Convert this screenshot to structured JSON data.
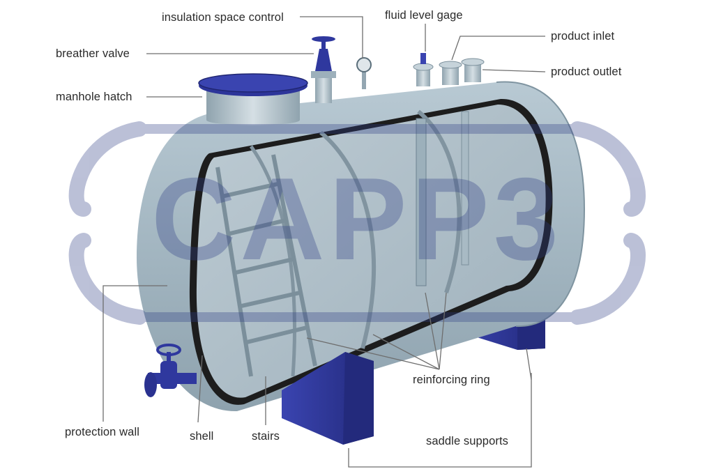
{
  "watermark": {
    "text": "CAPP3",
    "color": "#2f3e86"
  },
  "colors": {
    "tank": "#a9bcc6",
    "steel_blue": "#2c3494",
    "leader": "#6e6e6e"
  },
  "labels": {
    "insulation_space_control": "insulation space control",
    "fluid_level_gage": "fluid level gage",
    "product_inlet": "product inlet",
    "breather_valve": "breather valve",
    "product_outlet": "product outlet",
    "manhole_hatch": "manhole hatch",
    "protection_wall": "protection wall",
    "shell": "shell",
    "stairs": "stairs",
    "reinforcing_ring": "reinforcing ring",
    "saddle_supports": "saddle supports"
  }
}
